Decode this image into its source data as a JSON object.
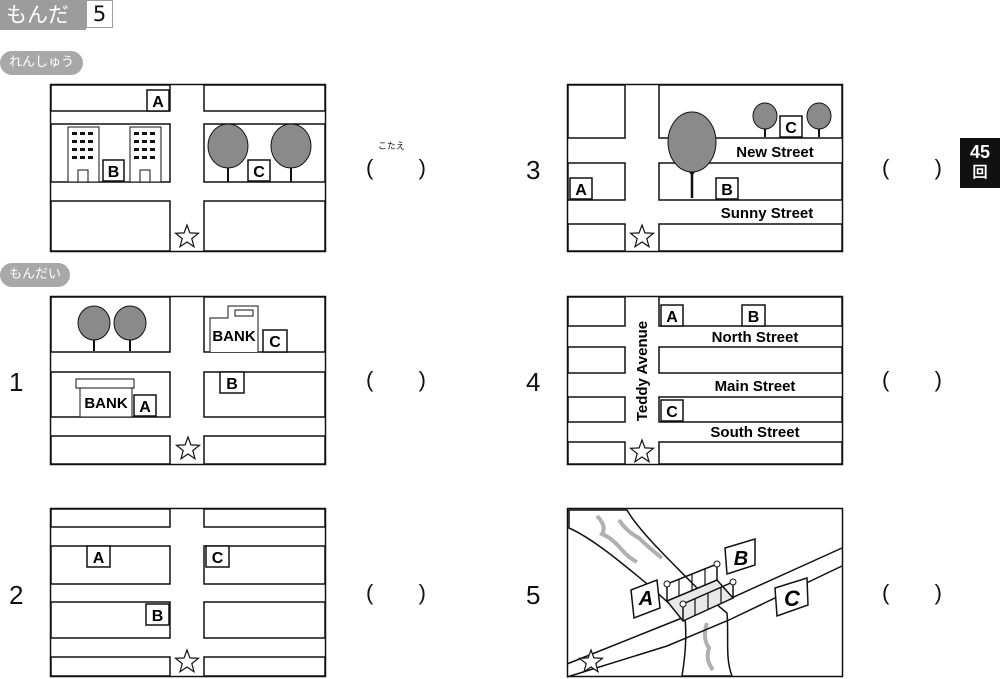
{
  "header": {
    "title": "もんだい",
    "number": "5"
  },
  "practice_label": "れんしゅう",
  "problems_label": "もんだい",
  "answer_hint": "こたえ",
  "paren_open": "(",
  "paren_close": ")",
  "side_tab": {
    "number": "45",
    "unit": "回"
  },
  "labels": {
    "a": "A",
    "b": "B",
    "c": "C",
    "bank": "BANK"
  },
  "questions": [
    "1",
    "2",
    "3",
    "4",
    "5"
  ],
  "map3": {
    "street1": "New Street",
    "street2": "Sunny Street"
  },
  "map4": {
    "avenue": "Teddy Avenue",
    "street1": "North Street",
    "street2": "Main Street",
    "street3": "South Street"
  },
  "colors": {
    "header_bg": "#9c9c9c",
    "pill_bg": "#a8a8a8",
    "tree": "#8a8a8a",
    "river": "#b0b0b0",
    "tab_bg": "#111111"
  }
}
